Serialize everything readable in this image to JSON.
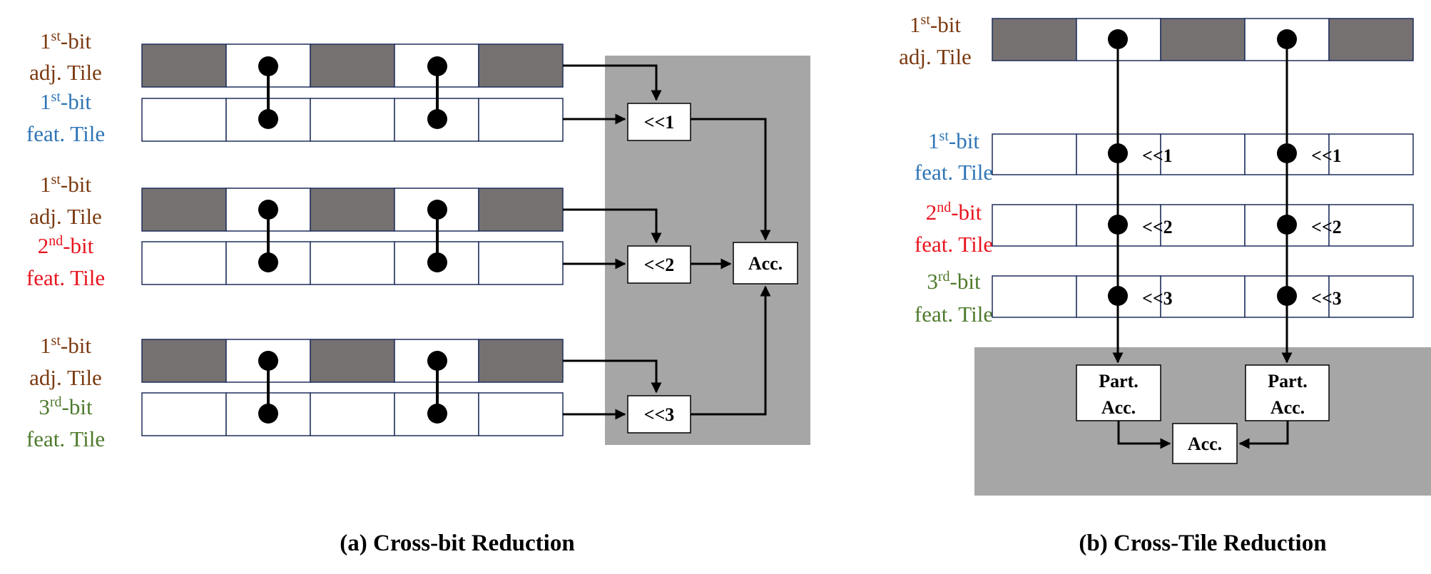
{
  "colors": {
    "adj": "#7b3a10",
    "first_feat": "#2e75b6",
    "second_feat": "#e8141e",
    "third_feat": "#4e7a2c",
    "dark_cell": "#767171",
    "panel": "#a6a6a6",
    "cell_border": "#1f2f5c"
  },
  "panel_a": {
    "caption": "(a) Cross-bit Reduction",
    "groups": [
      {
        "adj_label": {
          "ord": "1",
          "sup": "st",
          "suffix": "-bit",
          "line2": "adj. Tile"
        },
        "feat_label": {
          "ord": "1",
          "sup": "st",
          "suffix": "-bit",
          "line2": "feat. Tile"
        },
        "shift": "<<1"
      },
      {
        "adj_label": {
          "ord": "1",
          "sup": "st",
          "suffix": "-bit",
          "line2": "adj. Tile"
        },
        "feat_label": {
          "ord": "2",
          "sup": "nd",
          "suffix": "-bit",
          "line2": "feat. Tile"
        },
        "shift": "<<2"
      },
      {
        "adj_label": {
          "ord": "1",
          "sup": "st",
          "suffix": "-bit",
          "line2": "adj. Tile"
        },
        "feat_label": {
          "ord": "3",
          "sup": "rd",
          "suffix": "-bit",
          "line2": "feat. Tile"
        },
        "shift": "<<3"
      }
    ],
    "acc": "Acc."
  },
  "panel_b": {
    "caption": "(b) Cross-Tile Reduction",
    "adj_label": {
      "ord": "1",
      "sup": "st",
      "suffix": "-bit",
      "line2": "adj. Tile"
    },
    "feat_rows": [
      {
        "ord": "1",
        "sup": "st",
        "suffix": "-bit",
        "line2": "feat. Tile",
        "shift": "<<1"
      },
      {
        "ord": "2",
        "sup": "nd",
        "suffix": "-bit",
        "line2": "feat. Tile",
        "shift": "<<2"
      },
      {
        "ord": "3",
        "sup": "rd",
        "suffix": "-bit",
        "line2": "feat. Tile",
        "shift": "<<3"
      }
    ],
    "part_acc": {
      "line1": "Part.",
      "line2": "Acc."
    },
    "acc": "Acc."
  }
}
